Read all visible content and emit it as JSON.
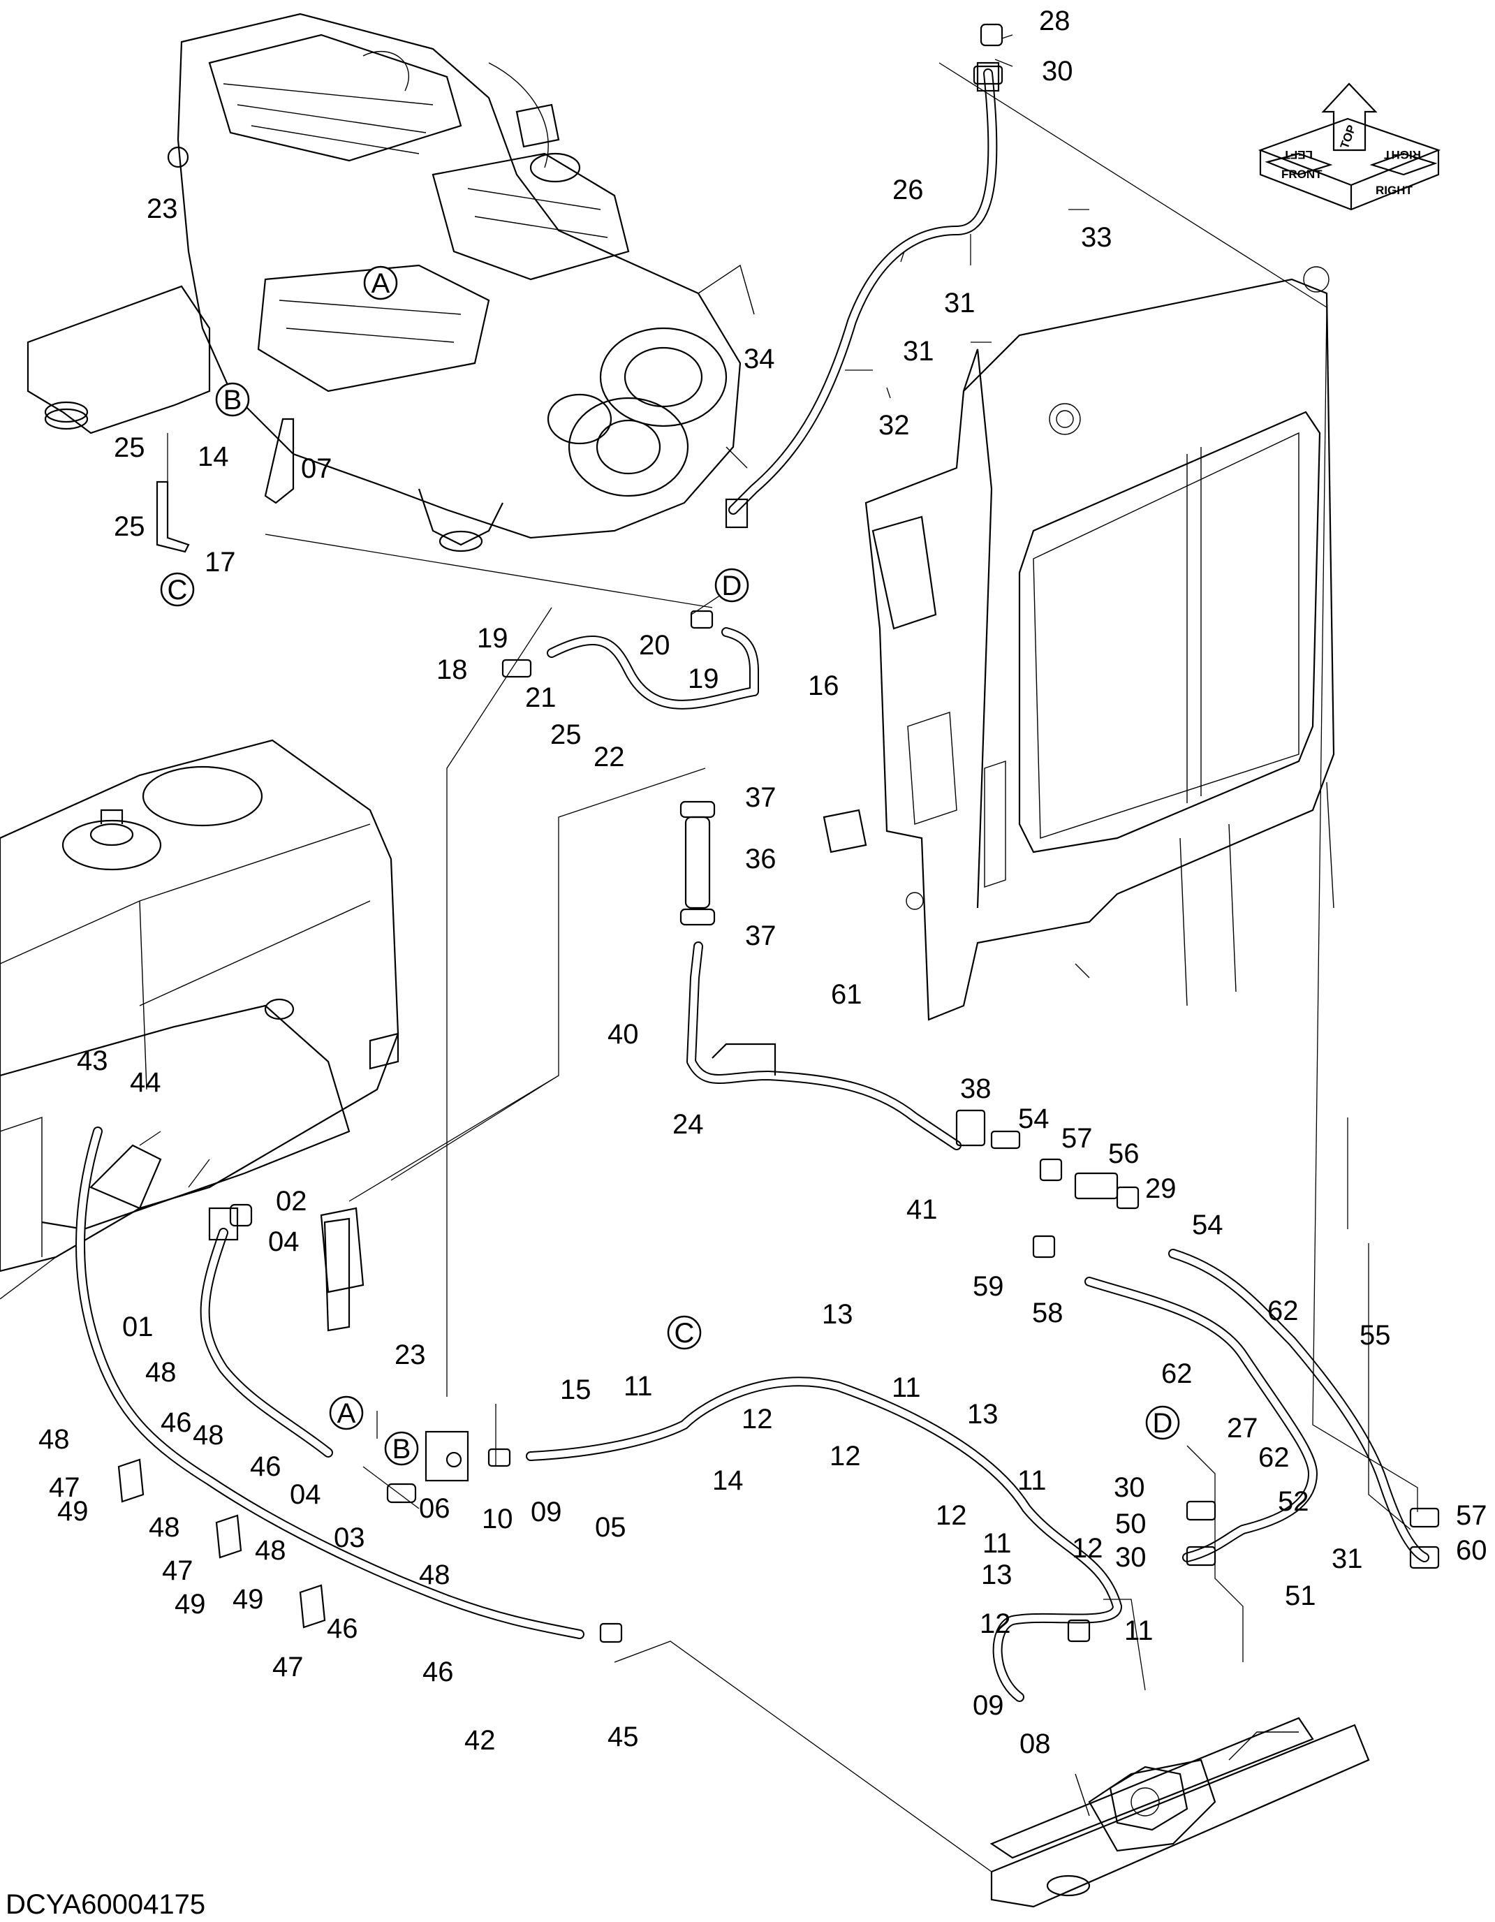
{
  "drawing_code": "DCYA60004175",
  "orientation": {
    "top": "TOP",
    "front": "FRONT",
    "right": "RIGHT",
    "left": "LEFT"
  },
  "callouts": {
    "A1": "A",
    "B1": "B",
    "C1": "C",
    "D1": "D",
    "A2": "A",
    "B2": "B",
    "C2": "C",
    "D2": "D"
  },
  "parts": {
    "p28": "28",
    "p30a": "30",
    "p23a": "23",
    "p26": "26",
    "p33": "33",
    "p31a": "31",
    "p34": "34",
    "p31b": "31",
    "p32": "32",
    "p25a": "25",
    "p14a": "14",
    "p07": "07",
    "p25b": "25",
    "p17": "17",
    "p19a": "19",
    "p18": "18",
    "p20": "20",
    "p19b": "19",
    "p16": "16",
    "p21": "21",
    "p25c": "25",
    "p22": "22",
    "p37a": "37",
    "p36": "36",
    "p37b": "37",
    "p61": "61",
    "p40": "40",
    "p24": "24",
    "p38": "38",
    "p54a": "54",
    "p57a": "57",
    "p56": "56",
    "p29": "29",
    "p41": "41",
    "p54b": "54",
    "p43": "43",
    "p44": "44",
    "p02": "02",
    "p04a": "04",
    "p59": "59",
    "p58": "58",
    "p01": "01",
    "p62a": "62",
    "p55": "55",
    "p13a": "13",
    "p23b": "23",
    "p15": "15",
    "p11a": "11",
    "p11b": "11",
    "p62b": "62",
    "p48a": "48",
    "p12a": "12",
    "p46a": "46",
    "p48b": "48",
    "p12b": "12",
    "p13b": "13",
    "p27": "27",
    "p62c": "62",
    "p48c": "48",
    "p47a": "47",
    "p46b": "46",
    "p04b": "04",
    "p06": "06",
    "p10": "10",
    "p09a": "09",
    "p05": "05",
    "p14b": "14",
    "p11c": "11",
    "p30b": "30",
    "p52": "52",
    "p57b": "57",
    "p49a": "49",
    "p12c": "12",
    "p50": "50",
    "p60": "60",
    "p03": "03",
    "p12d": "12",
    "p30c": "30",
    "p31c": "31",
    "p48d": "48",
    "p11d": "11",
    "p48e": "48",
    "p47b": "47",
    "p48f": "48",
    "p13c": "13",
    "p51": "51",
    "p49b": "49",
    "p49c": "49",
    "p46c": "46",
    "p47c": "47",
    "p12e": "12",
    "p11e": "11",
    "p46d": "46",
    "p42": "42",
    "p45": "45",
    "p09b": "09",
    "p08": "08"
  }
}
